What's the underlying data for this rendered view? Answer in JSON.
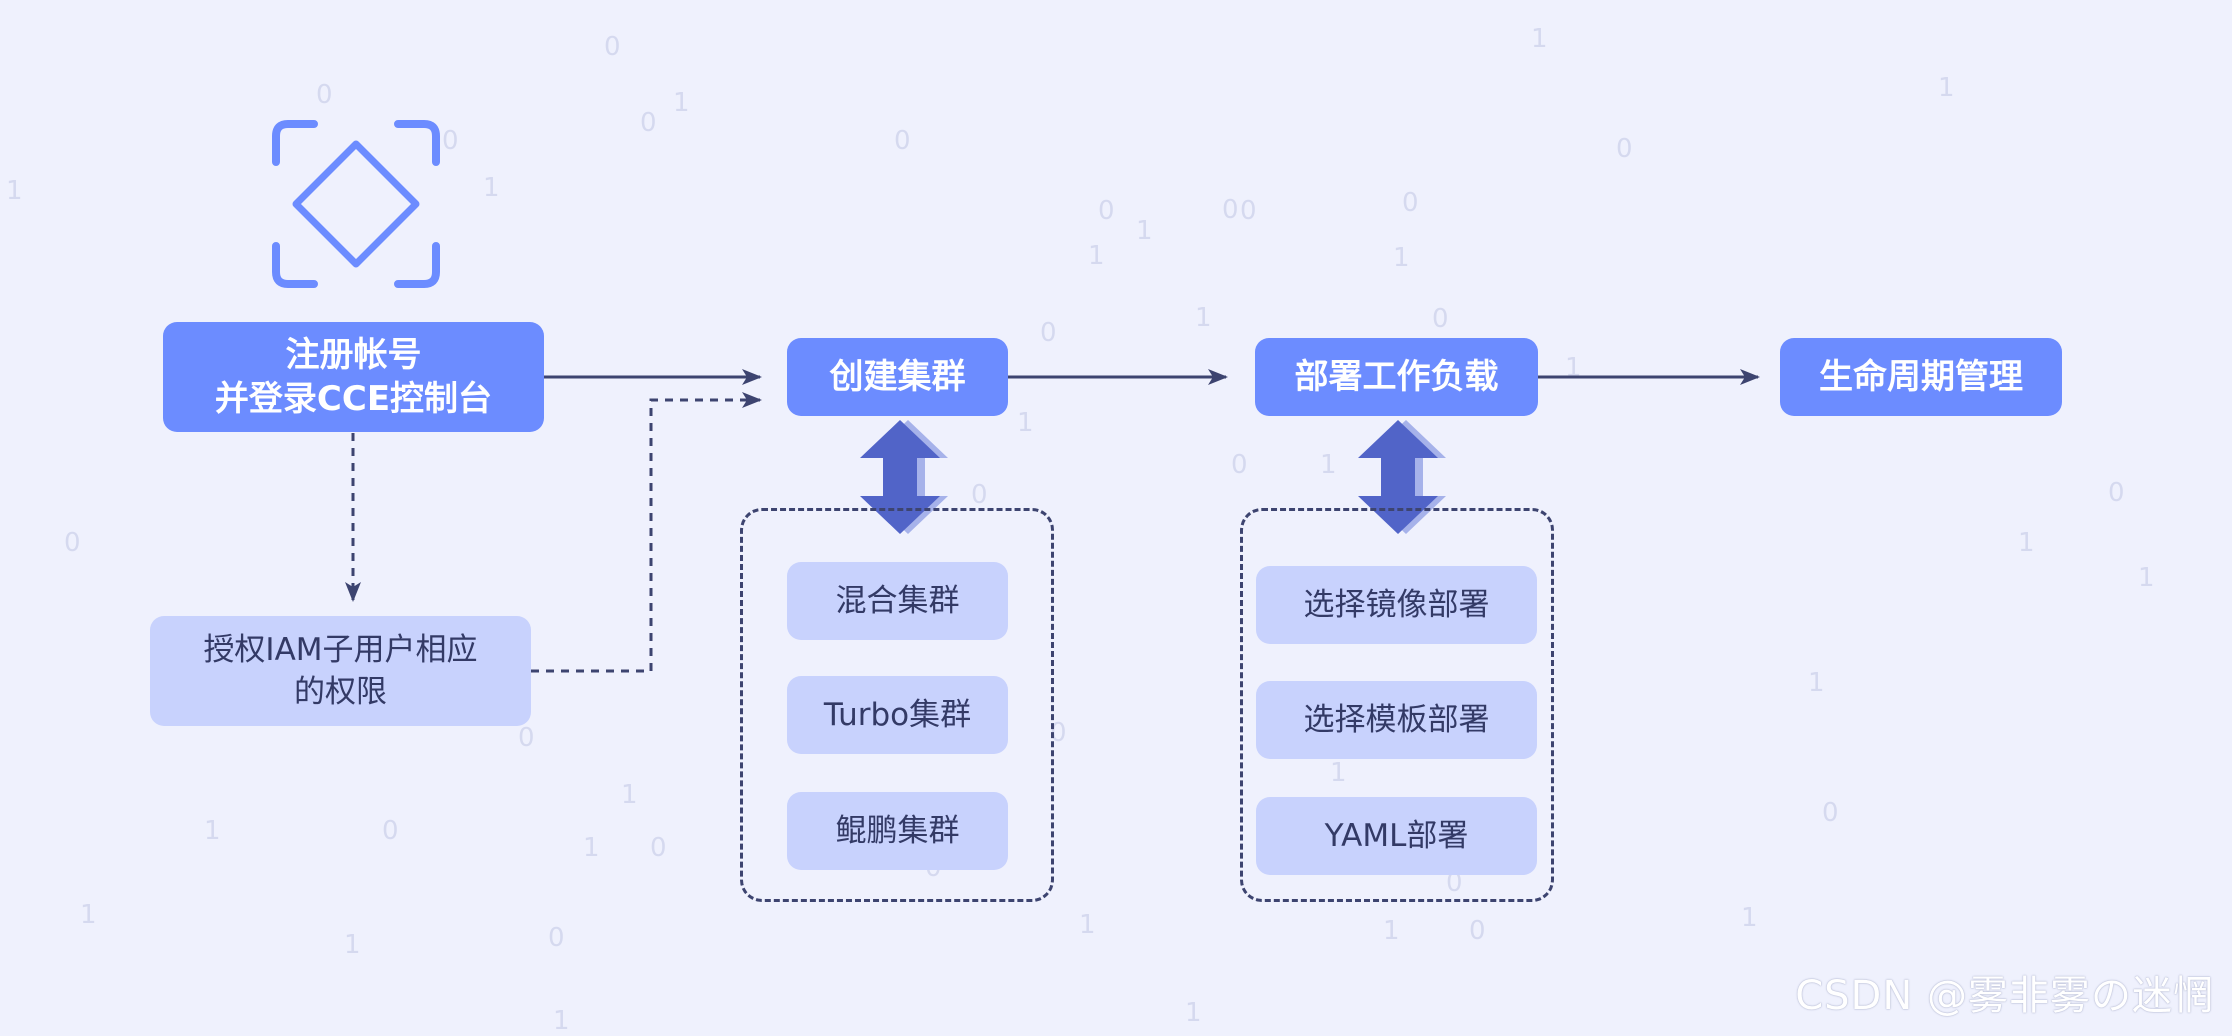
{
  "colors": {
    "background": "#eff1fd",
    "primary_node": "#6c8cff",
    "secondary_node": "#c8d2fd",
    "arrow": "#3d4470",
    "double_arrow": "#5164c8",
    "logo_stroke": "#6c8cff"
  },
  "logo": {
    "icon": "diamond-in-corner-frame-icon"
  },
  "steps": {
    "register": "注册帐号\n并登录CCE控制台",
    "authorize": "授权IAM子用户相应\n的权限",
    "create_cluster": "创建集群",
    "deploy_workload": "部署工作负载",
    "lifecycle": "生命周期管理"
  },
  "cluster_types": [
    "混合集群",
    "Turbo集群",
    "鲲鹏集群"
  ],
  "deploy_methods": [
    "选择镜像部署",
    "选择模板部署",
    "YAML部署"
  ],
  "watermark": "CSDN @雾非雾の迷惘",
  "background_digits": [
    "1",
    "0",
    "0",
    "1",
    "0",
    "0",
    "1",
    "0",
    "1",
    "0",
    "1",
    "0",
    "1",
    "0",
    "1",
    "0",
    "1",
    "1",
    "1",
    "0",
    "1",
    "1",
    "0",
    "1",
    "1",
    "0",
    "1",
    "0",
    "1",
    "0",
    "0",
    "1",
    "0",
    "1",
    "1",
    "0",
    "0",
    "1",
    "0",
    "1",
    "0",
    "1",
    "1",
    "0",
    "0",
    "1",
    "0",
    "0",
    "1",
    "0",
    "1",
    "0"
  ]
}
